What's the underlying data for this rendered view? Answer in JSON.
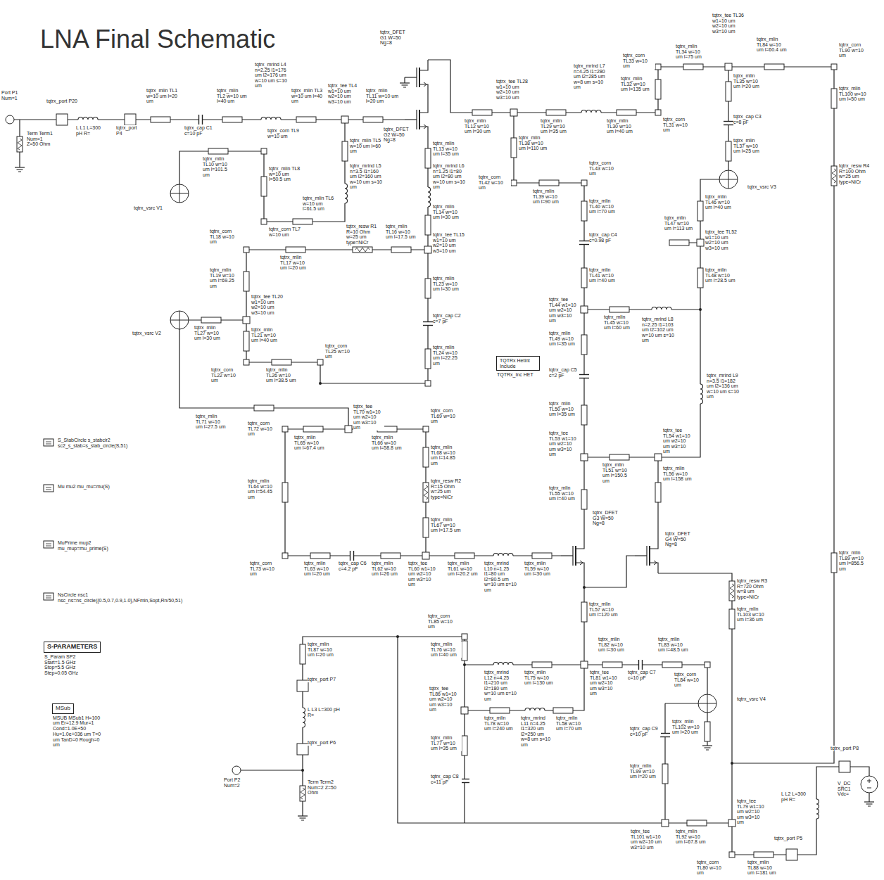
{
  "diagram": {
    "title": "LNA Final Schematic",
    "nodes": [
      {
        "text": [
          "TQTRx Hetint Include",
          "TQTRx_Inc HET"
        ]
      },
      {
        "text": [
          "S-PARAMETERS",
          "S_Param SP2 Start=1.5 GHz Stop=5.5 GHz Step=0.05 GHz"
        ]
      },
      {
        "text": [
          "MSub",
          "MSUB MSub1 H=100 um Er=12.9 Mur=1 Cond=1.0E+50 Hu=1.0e+036 um T=0 um TanD=0 Rough=0 um"
        ]
      }
    ],
    "labels": [
      "Port P1 Num=1",
      "Term Term1 Num=1 Z=50 Ohm",
      "tqtrx_port P20",
      "L L1 L=300 pH R=",
      "tqtrx_port P4",
      "tqtrx_mlin TL1 w=10 um l=20 um",
      "tqtrx_cap C1 c=10 pF",
      "tqtrx_mlin TL2 w=10 um l=40 um",
      "tqtrx_mrind L4 n=2.25 l1=176 um l2=176 um w=10 um s=10 um",
      "tqtrx_mlin TL3 w=10 um l=40 um",
      "tqtrx_tee TL4 w1=10 um w2=10 um w3=10 um",
      "tqtrx_mlin TL11 w=10 um l=20 um",
      "tqtrx_DFET G1 W=50 Ng=8",
      "tqtrx_DFET G2 W=50 Ng=8",
      "tqtrx_mlin TL10 w=10 um l=101.5 um",
      "tqtrx_corn TL9 w=10 um",
      "tqtrx_mlin TL8 w=10 um l=50.5 um",
      "tqtrx_corn TL7 w=10 um",
      "tqtrx_mlin TL5 w=10 um l=60 um",
      "tqtrx_mrind L5 n=3.5 l1=160 um l2=160 um w=10 um s=10 um",
      "tqtrx_mlin TL6 w=10 um l=61.5 um",
      "tqtrx_vsrc V1",
      "tqtrx_mlin TL13 w=10 um l=35 um",
      "tqtrx_mrind L6 n=1.25 l1=80 um l2=80 um w=10 um s=10 um",
      "tqtrx_mlin TL14 w=10 um l=30 um",
      "tqtrx_tee TL15 w1=10 um w2=10 um w3=10 um",
      "tqtrx_mlin TL23 w=10 um l=30 um",
      "tqtrx_cap C2 c=7 pF",
      "tqtrx_mlin TL24 w=10 um l=22.25 um",
      "tqtrx_resw R1 R=10 Ohm w=25 um type=NiCr",
      "tqtrx_mlin TL16 w=10 um l=17.5 um",
      "tqtrx_mlin TL17 w=10 um l=20 um",
      "tqtrx_corn TL18 w=10 um",
      "tqtrx_mlin TL19 w=10 um l=69.25 um",
      "tqtrx_tee TL20 w1=10 um w2=10 um w3=10 um",
      "tqtrx_mlin TL27 w=10 um l=30 um",
      "tqtrx_vsrc V2",
      "tqtrx_mlin TL21 w=10 um l=40 um",
      "tqtrx_corn TL22 w=10 um",
      "tqtrx_mlin TL26 w=10 um l=38.5 um",
      "tqtrx_corn TL25 w=10 um",
      "tqtrx_mlin TL71 w=10 um l=27.5 um",
      "tqtrx_mlin TL12 w=10 um l=30 um",
      "tqtrx_tee TL28 w1=10 um w2=10 um w3=10 um",
      "tqtrx_mrind L7 n=4.25 l1=280 um l2=285 um w=8 um s=10 um",
      "tqtrx_mlin TL29 w=10 um l=35 um",
      "tqtrx_mlin TL30 w=10 um l=40 um",
      "tqtrx_corn TL31 w=10 um",
      "tqtrx_mlin TL32 w=10 um l=135 um",
      "tqtrx_corn TL33 w=10 um",
      "tqtrx_mlin TL34 w=10 um l=75 um",
      "tqtrx_tee TL36 w1=10 um w2=10 um w3=10 um",
      "tqtrx_mlin TL84 w=10 um l=60.4 um",
      "tqtrx_mlin TL35 w=10 um l=20 um",
      "tqtrx_cap C3 c=8 pF",
      "tqtrx_mlin TL37 w=10 um l=25 um",
      "tqtrx_vsrc V3",
      "tqtrx_corn TL90 w=10 um",
      "tqtrx_mlin TL100 w=10 um l=50 um",
      "tqtrx_resw R4 R=100 Ohm w=25 um type=NiCr",
      "tqtrx_mlin TL38 w=10 um l=110 um",
      "tqtrx_corn TL42 w=10 um",
      "tqtrx_mlin TL39 w=10 um l=90 um",
      "tqtrx_corn TL43 w=10 um",
      "tqtrx_mlin TL40 w=10 um l=70 um",
      "tqtrx_cap C4 c=0.98 pF",
      "tqtrx_mlin TL41 w=10 um l=40 um",
      "tqtrx_tee TL44 w1=10 um w2=10 um w3=10 um",
      "tqtrx_mlin TL49 w=10 um l=35 um",
      "tqtrx_mlin TL45 w=10 um l=60 um",
      "tqtrx_mrind L8 n=2.25 l1=103 um l2=102 um w=10 um s=10 um",
      "tqtrx_mlin TL46 w=10 um l=40 um",
      "tqtrx_mlin TL47 w=10 um l=113 um",
      "tqtrx_tee TL52 w1=10 um w2=10 um w3=10 um",
      "tqtrx_mlin TL48 w=10 um l=28.5 um",
      "tqtrx_cap C5 c=2 pF",
      "tqtrx_mlin TL50 w=10 um l=35 um",
      "tqtrx_tee TL53 w1=10 um w2=10 um w3=10 um",
      "tqtrx_mlin TL55 w=10 um l=40 um",
      "tqtrx_mlin TL51 w=10 um l=150.5 um",
      "tqtrx_tee TL54 w1=10 um w2=10 um w3=10 um",
      "tqtrx_mrind L9 n=3.5 l1=182 um l2=136 um w=10 um s=10 um",
      "tqtrx_mlin TL56 w=10 um l=158 um",
      "tqtrx_DFET G3 W=50 Ng=8",
      "tqtrx_DFET G4 W=50 Ng=8",
      "tqtrx_resw R3 R=720 Ohm w=8 um type=NiCr",
      "tqtrx_mlin TL103 w=10 um l=36 um",
      "tqtrx_mlin TL89 w=10 um l=856.5 um",
      "tqtrx_corn TL72 w=10 um",
      "tqtrx_mlin TL64 w=10 um l=54.45 um",
      "tqtrx_mlin TL65 w=10 um l=67.4 um",
      "tqtrx_tee TL70 w1=10 um w2=10 um w3=10 um",
      "tqtrx_mlin TL66 w=10 um l=58.8 um",
      "tqtrx_corn TL69 w=10 um",
      "tqtrx_mlin TL68 w=10 um l=14.85 um",
      "tqtrx_resw R2 R=15 Ohm w=25 um type=NiCr",
      "tqtrx_mlin TL67 w=10 um l=17.5 um",
      "tqtrx_corn TL73 w=10 um",
      "tqtrx_mlin TL63 w=10 um l=20 um",
      "tqtrx_cap C6 c=4.2 pF",
      "tqtrx_mlin TL62 w=10 um l=26 um",
      "tqtrx_tee TL60 w1=10 um w2=10 um w3=10 um",
      "tqtrx_mlin TL61 w=10 um l=20.2 um",
      "tqtrx_mrind L10 n=1.25 l1=80 um l2=80.5 um w=10 um s=10 um",
      "tqtrx_mlin TL59 w=10 um l=30 um",
      "tqtrx_corn TL85 w=10 um",
      "tqtrx_mlin TL76 w=10 um l=40 um",
      "tqtrx_mrind L12 n=4.25 l1=210 um l2=180 um w=10 um s=10 um",
      "tqtrx_mlin TL75 w=10 um l=130 um",
      "tqtrx_tee TL81 w1=10 um w2=10 um w3=10 um",
      "tqtrx_mlin TL57 w=10 um l=120 um",
      "tqtrx_mlin TL82 w=10 um l=30 um",
      "tqtrx_cap C7 c=10 pF",
      "tqtrx_mlin TL83 w=10 um l=48.5 um",
      "tqtrx_corn TL84 w=10 um",
      "tqtrx_vsrc V4",
      "tqtrx_mlin TL102 w=10 um l=20 um",
      "tqtrx_cap C9 c=10 pF",
      "tqtrx_mlin TL99 w=10 um l=20 um",
      "tqtrx_tee TL101 w1=10 um w2=10 um w3=10 um",
      "tqtrx_mlin TL92 w=10 um l=67.8 um",
      "tqtrx_tee TL79 w1=10 um w2=10 um w3=10 um",
      "tqtrx_corn TL80 w=10 um",
      "tqtrx_mlin TL88 w=10 um l=181 um",
      "tqtrx_port P5",
      "tqtrx_port P8",
      "L L2 L=300 pH R=",
      "V_DC SRC1 Vdc=",
      "tqtrx_mlin TL78 w=10 um l=240 um",
      "tqtrx_mrind L11 n=4.25 l1=320 um l2=250 um w=8 um s=10 um",
      "tqtrx_mlin TL58 w=10 um l=70 um",
      "tqtrx_tee TL86 w1=10 um w2=10 um w3=10 um",
      "tqtrx_mlin TL77 w=10 um l=35 um",
      "tqtrx_cap C8 c=11 pF",
      "tqtrx_mlin TL87 w=10 um l=20 um",
      "tqtrx_port P7",
      "L L3 L=300 pH R=",
      "tqtrx_port P6",
      "Term Term2 Num=2 Z=50 Ohm",
      "Port P2 Num=2",
      "S_StabCircle s_stabcir2 sc2_s_stab=s_stab_circle(S,51)",
      "Mu mu2 mu_mu=mu(S)",
      "MuPrime mup2 mu_mup=mu_prime(S)",
      "NsCircle nsc1 nsc_ns=ns_circle({0.5,0.7,0.9,1.0},NFmin,Sopt,Rn/50,51)"
    ]
  }
}
